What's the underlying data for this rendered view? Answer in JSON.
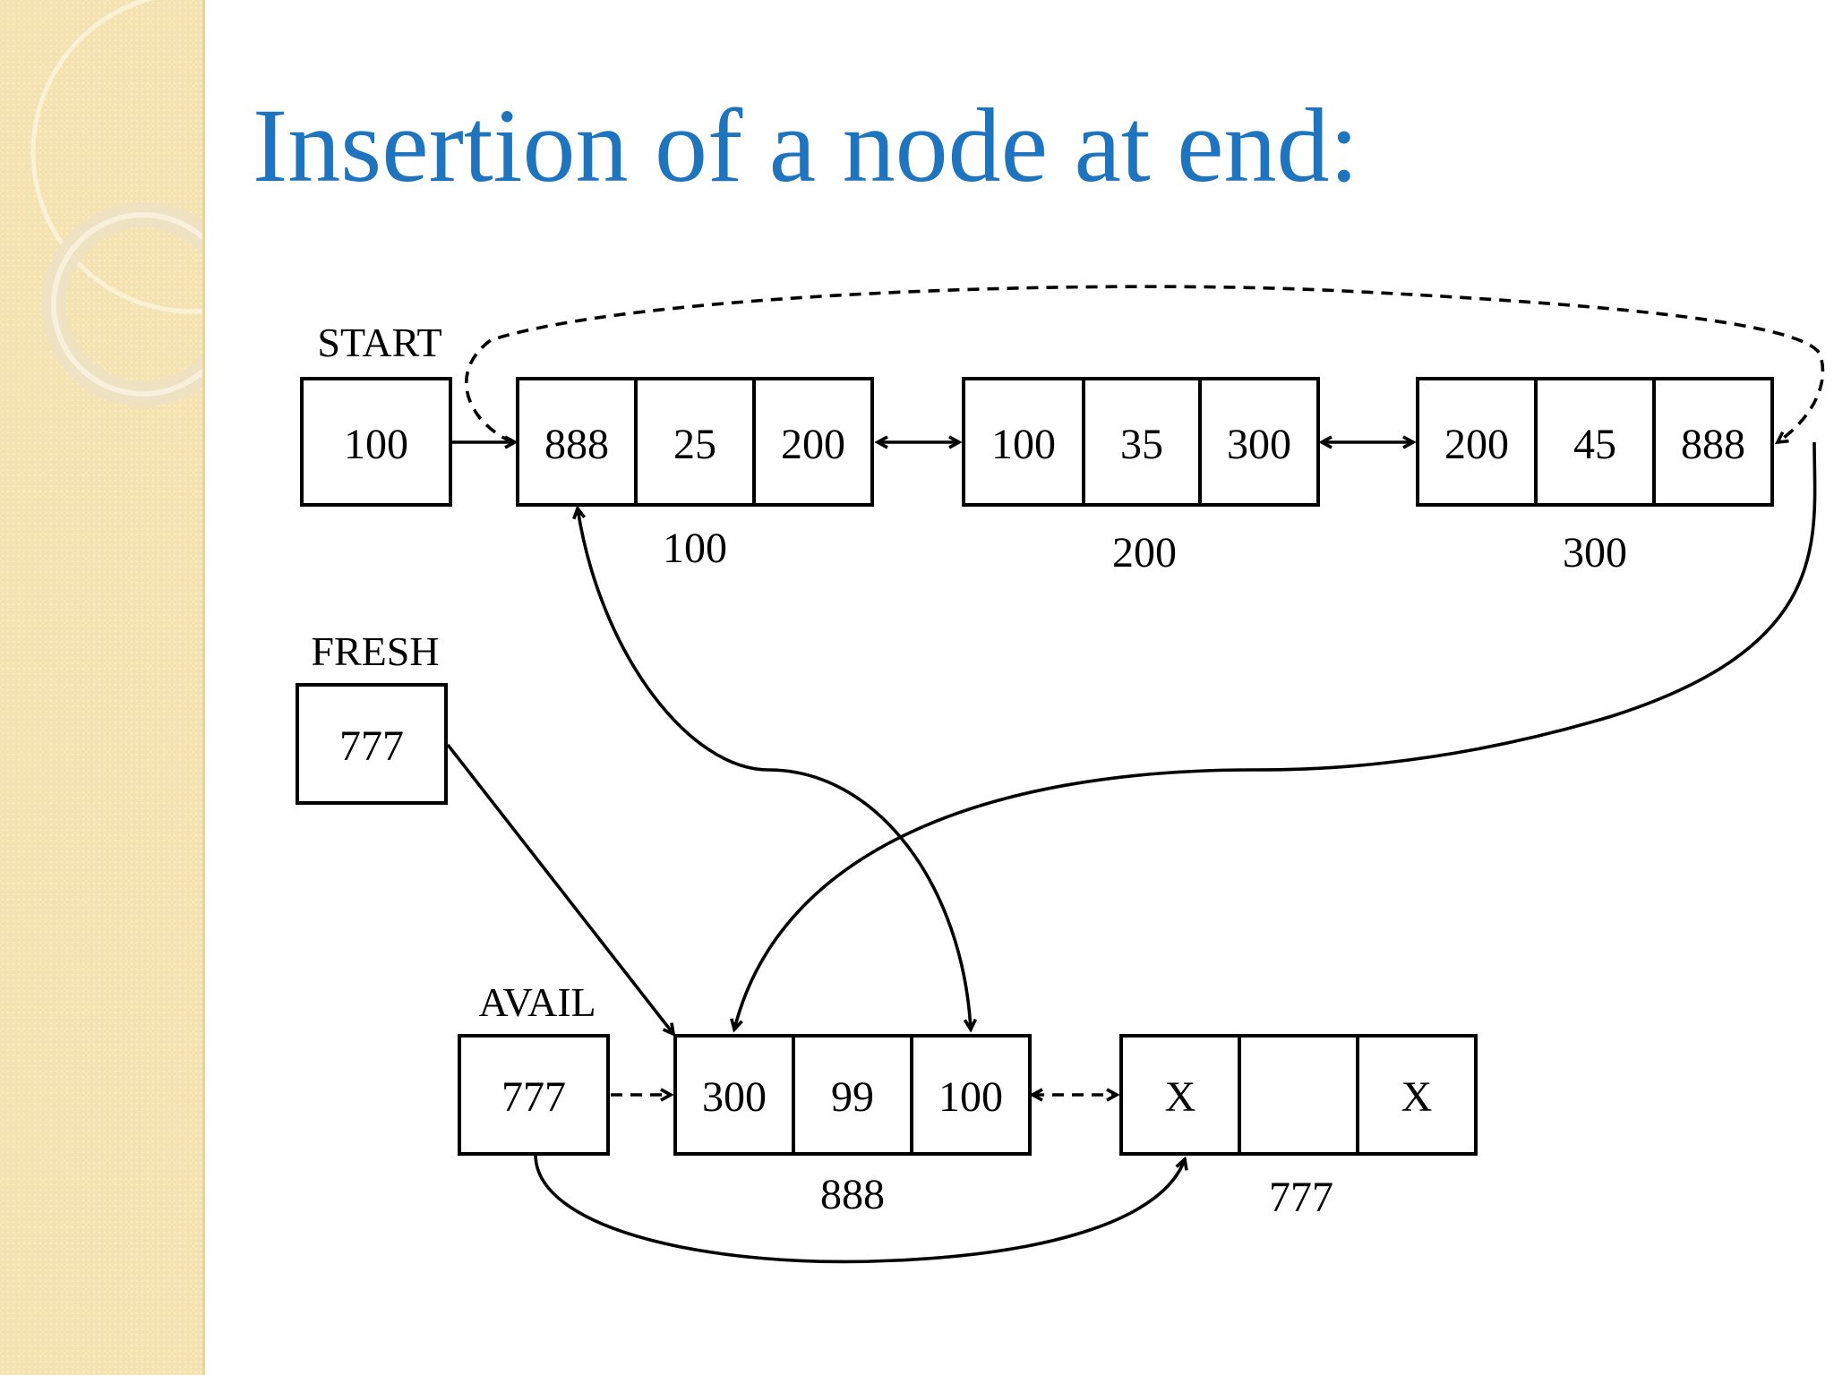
{
  "slide": {
    "title": "Insertion of a node at end:"
  },
  "pointers": {
    "start": {
      "label": "START",
      "value": "100"
    },
    "fresh": {
      "label": "FRESH",
      "value": "777"
    },
    "avail": {
      "label": "AVAIL",
      "value": "777"
    }
  },
  "list_nodes": [
    {
      "address": "100",
      "prev": "888",
      "data": "25",
      "next": "200"
    },
    {
      "address": "200",
      "prev": "100",
      "data": "35",
      "next": "300"
    },
    {
      "address": "300",
      "prev": "200",
      "data": "45",
      "next": "888"
    }
  ],
  "avail_nodes": [
    {
      "address": "888",
      "prev": "300",
      "data": "99",
      "next": "100"
    },
    {
      "address": "777",
      "prev": "X",
      "data": "",
      "next": "X"
    }
  ]
}
